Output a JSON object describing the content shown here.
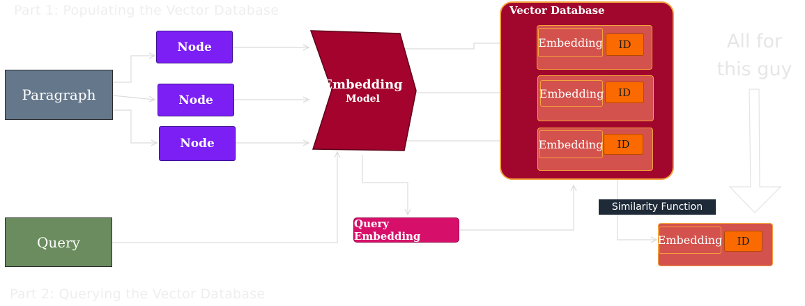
{
  "part1_title": "Part 1: Populating the Vector Database",
  "part2_title": "Part 2: Querying the Vector Database",
  "paragraph_label": "Paragraph",
  "query_label": "Query",
  "nodes": [
    "Node",
    "Node",
    "Node"
  ],
  "embedding_model": {
    "title": "Embedding",
    "subtitle": "Model"
  },
  "vector_db": {
    "title": "Vector Database",
    "rows": [
      {
        "embedding": "Embedding",
        "id": "ID"
      },
      {
        "embedding": "Embedding",
        "id": "ID"
      },
      {
        "embedding": "Embedding",
        "id": "ID"
      }
    ]
  },
  "query_embedding": "Query Embedding",
  "similarity_function": "Similarity Function",
  "result": {
    "embedding": "Embedding",
    "id": "ID"
  },
  "annotation": "All for this guy",
  "colors": {
    "paragraph": "#65778a",
    "query": "#6a8c5e",
    "node": "#7b1ff5",
    "embedding_model": "#a3032c",
    "vector_db": "#a1072d",
    "row": "#d4524d",
    "id": "#fb6a00",
    "query_embedding": "#d6106a",
    "similarity_function": "#1f2a38"
  }
}
